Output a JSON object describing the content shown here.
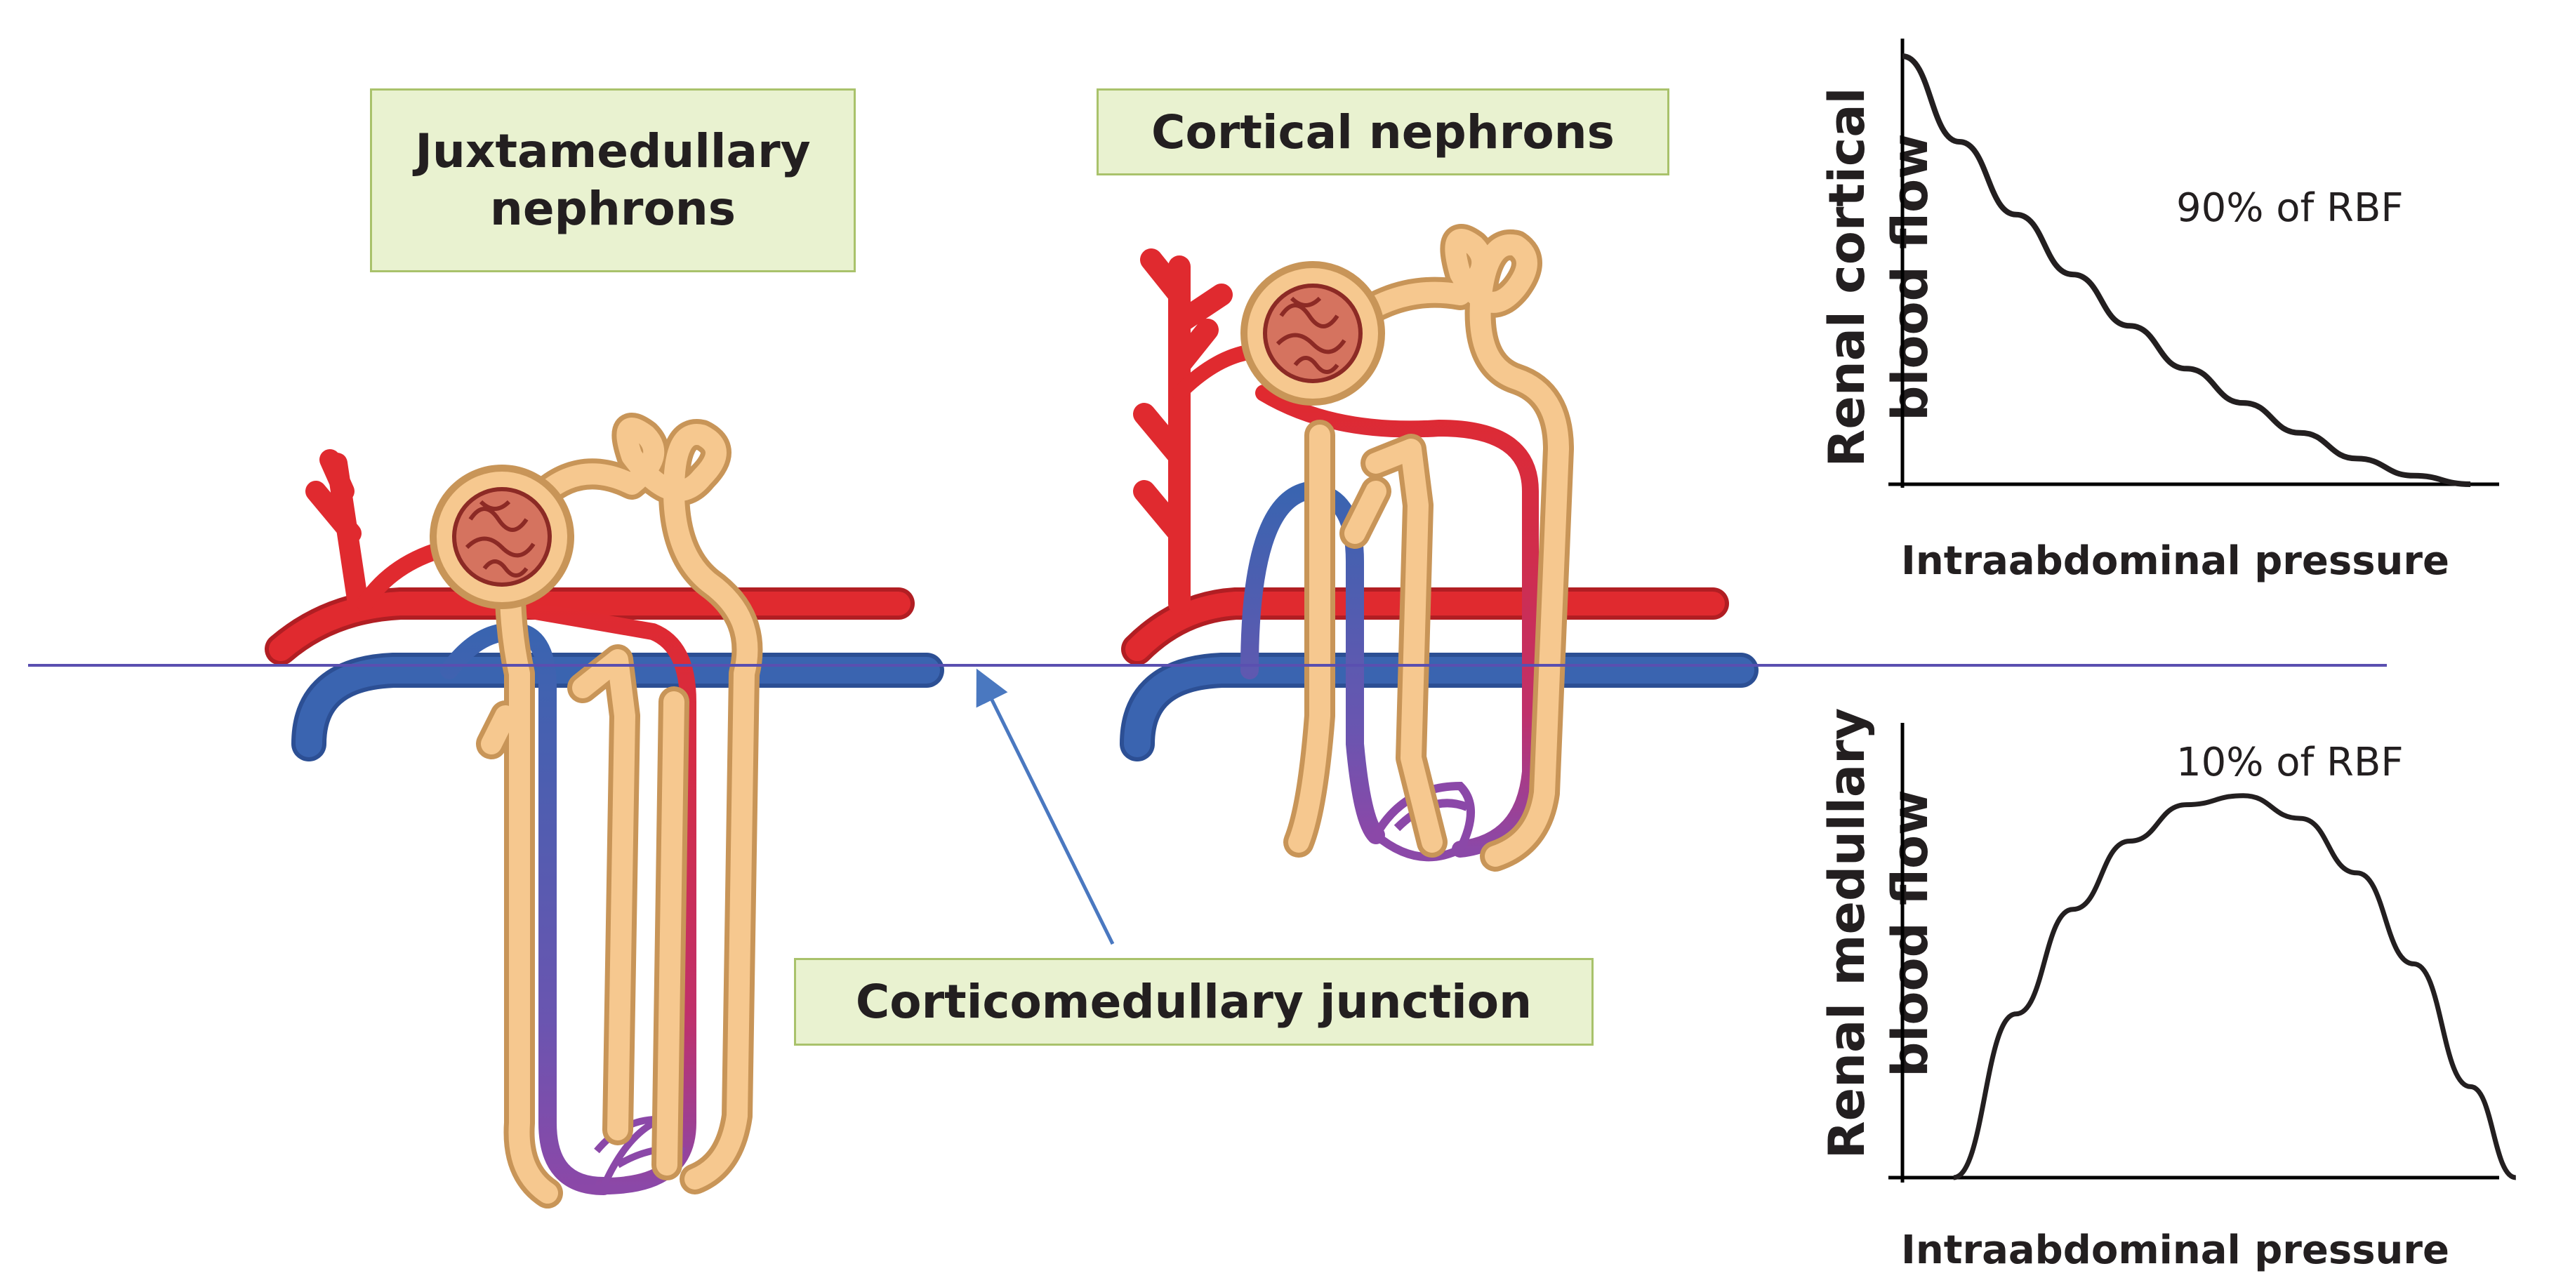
{
  "labels": {
    "juxtamedullary": "Juxtamedullary nephrons",
    "cortical": "Cortical nephrons",
    "corticomedullary": "Corticomedullary junction"
  },
  "colors": {
    "artery": "#e02a2f",
    "vein": "#3a64b0",
    "capillary": "#8b48a8",
    "tubule": "#f6c88f",
    "tubule_outline": "#c89558",
    "box_fill": "#e9f2d0",
    "box_border": "#a9c26b",
    "junction_line": "#5a4fb0",
    "arrow": "#4a78c0"
  },
  "chart_data": [
    {
      "type": "line",
      "ylabel": [
        "Renal cortical",
        "blood flow"
      ],
      "xlabel": "Intraabdominal pressure",
      "annotation": "90% of RBF",
      "x": [
        0,
        0.1,
        0.2,
        0.3,
        0.4,
        0.5,
        0.6,
        0.7,
        0.8,
        0.9,
        1.0
      ],
      "values": [
        1.0,
        0.8,
        0.63,
        0.49,
        0.37,
        0.27,
        0.19,
        0.12,
        0.06,
        0.02,
        0.0
      ],
      "xlim": [
        0,
        1.1
      ],
      "ylim": [
        0,
        1.0
      ]
    },
    {
      "type": "line",
      "ylabel": [
        "Renal medullary",
        "blood flow"
      ],
      "xlabel": "Intraabdominal pressure",
      "annotation": "10% of RBF",
      "x": [
        0.09,
        0.2,
        0.3,
        0.4,
        0.5,
        0.6,
        0.7,
        0.8,
        0.9,
        1.0,
        1.08
      ],
      "values": [
        0.0,
        0.36,
        0.59,
        0.74,
        0.82,
        0.84,
        0.79,
        0.67,
        0.47,
        0.2,
        0.0
      ],
      "xlim": [
        0,
        1.1
      ],
      "ylim": [
        0,
        1.0
      ]
    }
  ]
}
